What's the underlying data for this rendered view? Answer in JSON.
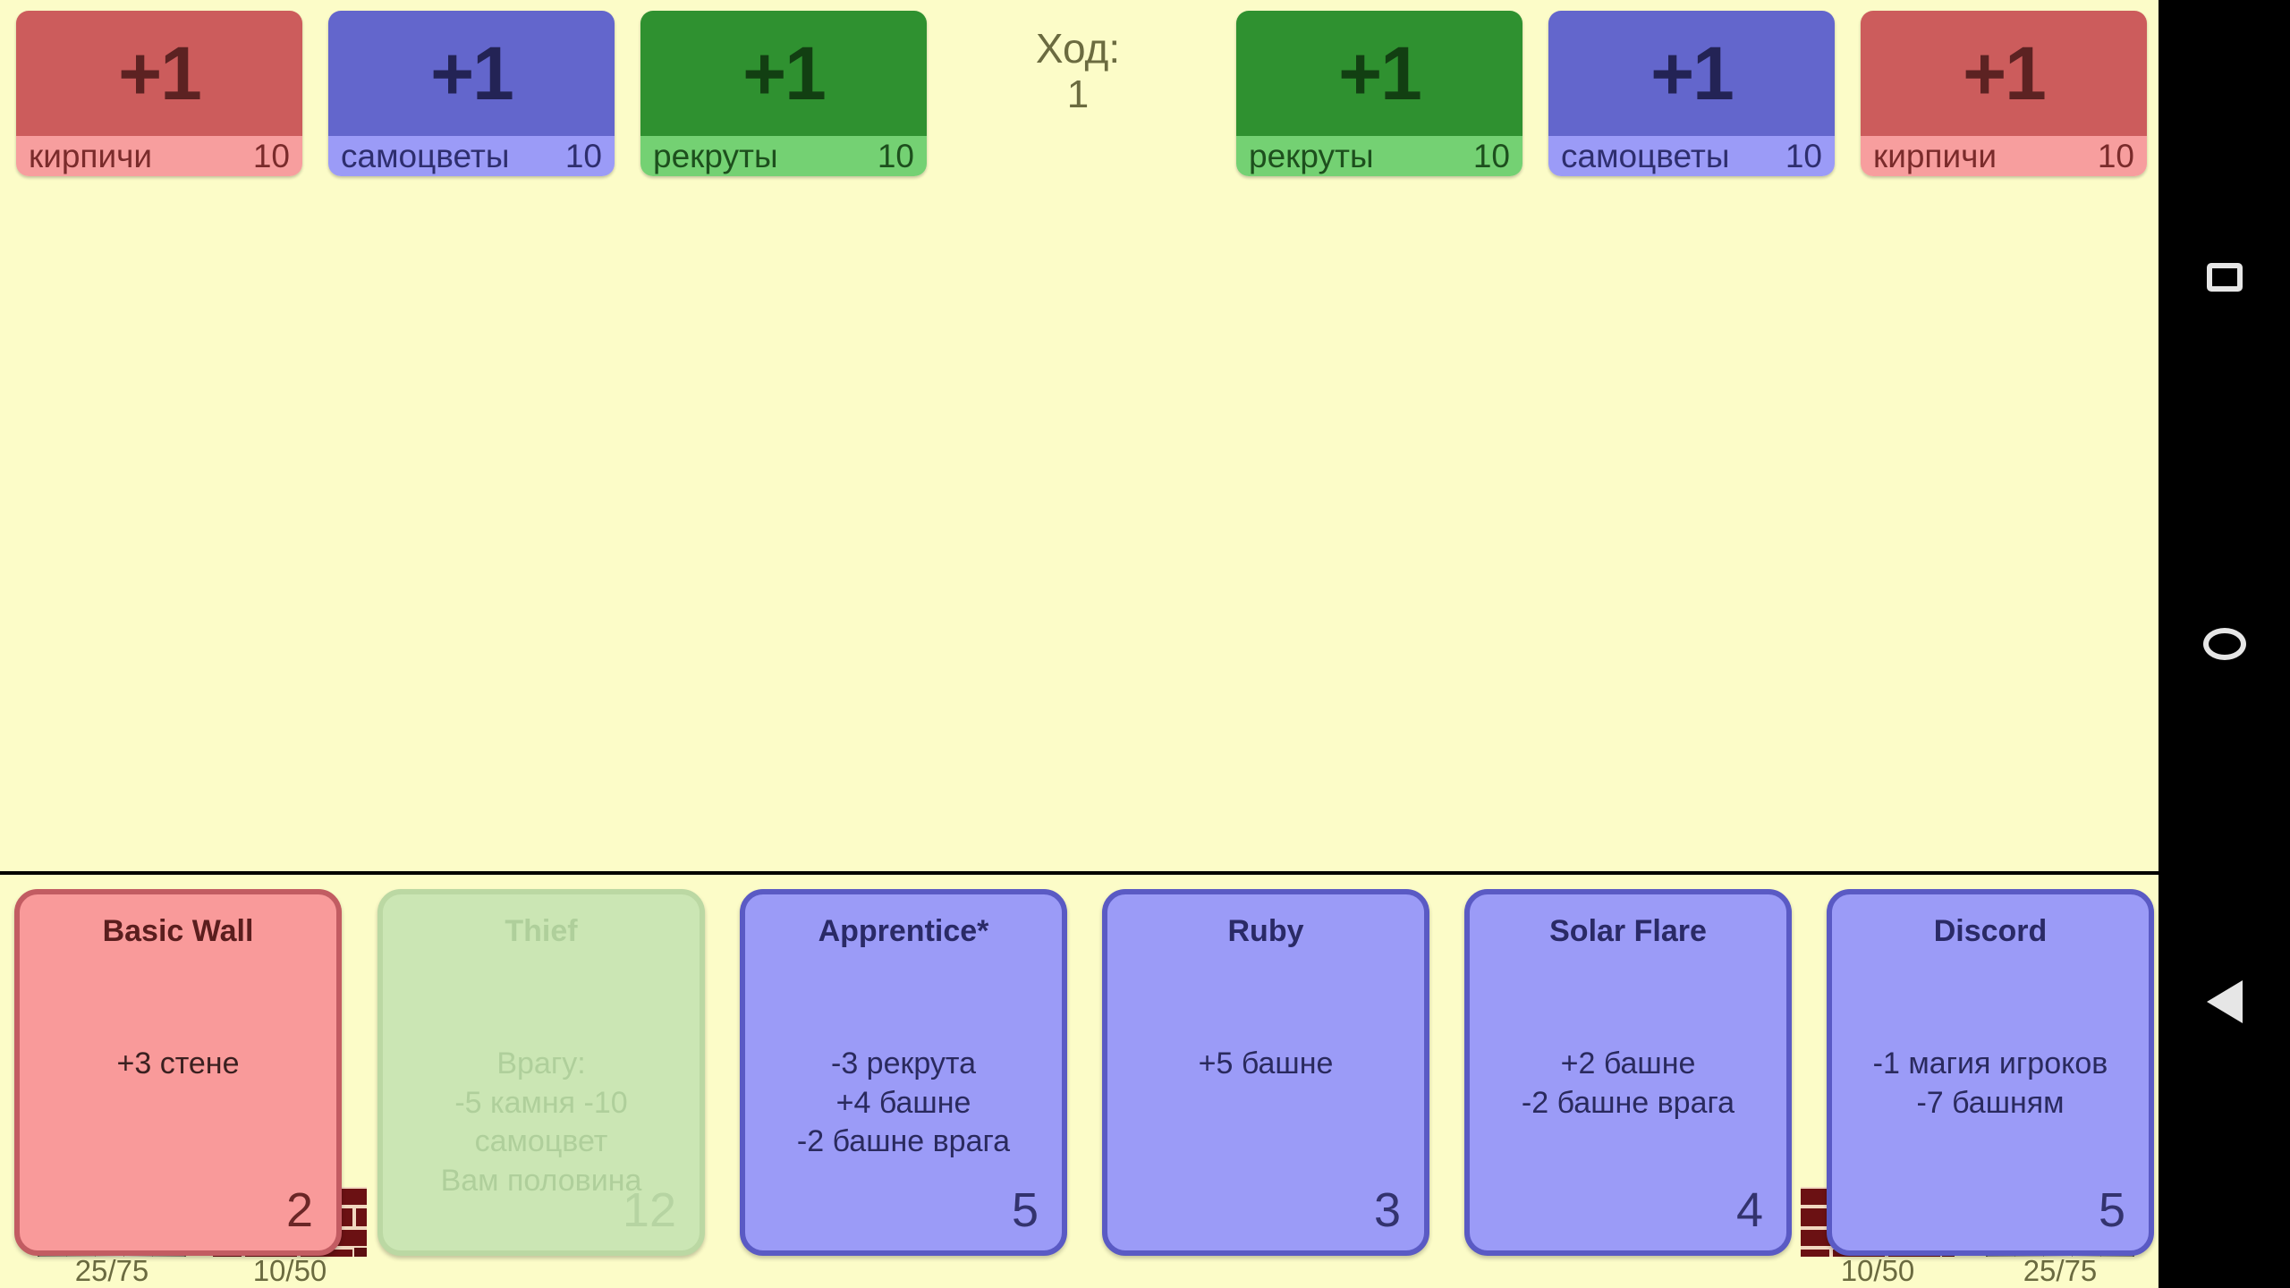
{
  "background_color": "#FCFCC8",
  "turn": {
    "label": "Ход:",
    "value": "1"
  },
  "player_resources": [
    {
      "key": "bricks",
      "name": "кирпичи",
      "gain": "+1",
      "amount": "10",
      "color": "#CC5C5C"
    },
    {
      "key": "gems",
      "name": "самоцветы",
      "gain": "+1",
      "amount": "10",
      "color": "#6366CC"
    },
    {
      "key": "recruits",
      "name": "рекруты",
      "gain": "+1",
      "amount": "10",
      "color": "#2F9130"
    }
  ],
  "enemy_resources": [
    {
      "key": "recruits",
      "name": "рекруты",
      "gain": "+1",
      "amount": "10",
      "color": "#2F9130"
    },
    {
      "key": "gems",
      "name": "самоцветы",
      "gain": "+1",
      "amount": "10",
      "color": "#6366CC"
    },
    {
      "key": "bricks",
      "name": "кирпичи",
      "gain": "+1",
      "amount": "10",
      "color": "#CC5C5C"
    }
  ],
  "player_side": {
    "tower_hp": "25/75",
    "wall_hp": "10/50"
  },
  "enemy_side": {
    "tower_hp": "25/75",
    "wall_hp": "10/50"
  },
  "hand": [
    {
      "title": "Basic Wall",
      "body": "+3 стене",
      "cost": "2",
      "type": "red",
      "disabled": false
    },
    {
      "title": "Thief",
      "body": "Врагу:\n-5 камня -10 самоцвет\nВам половина",
      "cost": "12",
      "type": "green",
      "disabled": true
    },
    {
      "title": "Apprentice*",
      "body": "-3 рекрута\n+4 башне\n-2 башне врага",
      "cost": "5",
      "type": "blue",
      "disabled": false
    },
    {
      "title": "Ruby",
      "body": "+5 башне",
      "cost": "3",
      "type": "blue",
      "disabled": false
    },
    {
      "title": "Solar Flare",
      "body": "+2 башне\n-2 башне врага",
      "cost": "4",
      "type": "blue",
      "disabled": false
    },
    {
      "title": "Discord",
      "body": "-1 магия игроков\n-7 башням",
      "cost": "5",
      "type": "blue",
      "disabled": false
    }
  ],
  "navbar": {
    "recents": "recents-square-icon",
    "home": "home-circle-icon",
    "back": "back-triangle-icon"
  }
}
